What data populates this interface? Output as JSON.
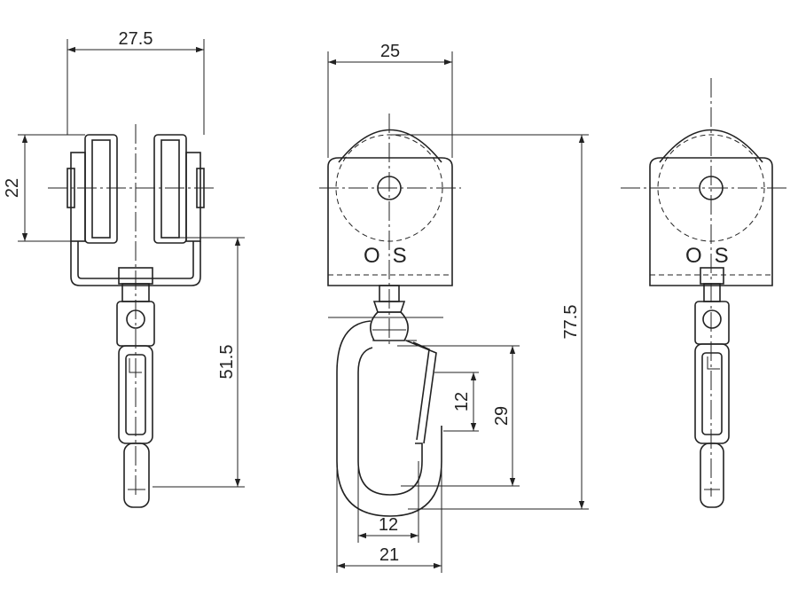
{
  "dimensions": {
    "left_width": "27.5",
    "left_height": "22",
    "left_drop": "51.5",
    "front_width": "25",
    "total_height": "77.5",
    "hook_length": "29",
    "gate_length": "12",
    "hook_inner": "12",
    "hook_outer": "21"
  },
  "marking": {
    "front": "OS",
    "right": "OS"
  }
}
